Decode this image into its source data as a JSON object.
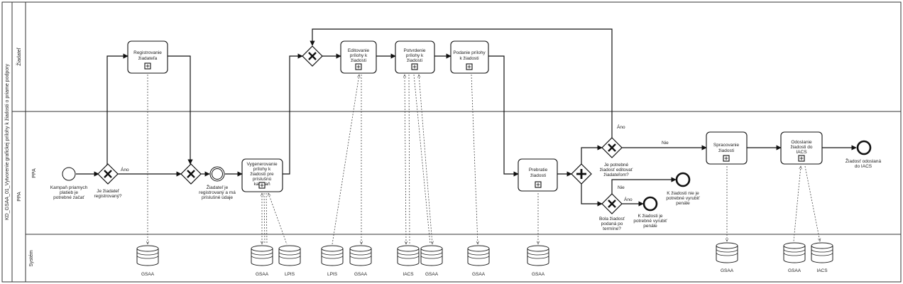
{
  "pool": {
    "label": "KD_GSAA_01_Vytvorenie grafickej prílohy k žiadosti o priame podpory"
  },
  "lanes": {
    "applicant": "Žiadateľ",
    "ppa_group": "PPA",
    "ppa": "PPA",
    "system": "Systém"
  },
  "tasks": {
    "registration": [
      "Registrovanie",
      "žiadateľa"
    ],
    "generate": [
      "Vygenerovanie",
      "prílohy k",
      "žiadosti pre",
      "príslušnú",
      "kampaň"
    ],
    "edit": [
      "Editovanie",
      "prílohy k",
      "žiadosti"
    ],
    "confirm": [
      "Potvrdenie",
      "prílohy k",
      "žiadosti"
    ],
    "submit": [
      "Podanie prílohy",
      "k žiadosti"
    ],
    "takeover": [
      "Prebratie",
      "žiadosti"
    ],
    "process": [
      "Spracovanie",
      "žiadosti"
    ],
    "send": [
      "Odoslanie",
      "žiadosti do",
      "IACS"
    ]
  },
  "events": {
    "start": [
      "Kampaň priamych",
      "platieb je",
      "potrebné začať"
    ],
    "intermediate": [
      "Žiadateľ je",
      "registrovaný a má",
      "príslušné údaje"
    ],
    "end_sent": [
      "Žiadosť odoslaná",
      "do IACS"
    ],
    "end_no_penalty": [
      "K žiadosti nie je",
      "potrebné vyrubiť",
      "penále"
    ],
    "end_penalty": [
      "K žiadosti je",
      "potrebné vyrubiť",
      "penále"
    ]
  },
  "gateways": {
    "registered_q": [
      "Je žiadateľ",
      "registrovaný?"
    ],
    "edit_q": [
      "Je potrebné",
      "žiadosť editovať",
      "žiadateľom?"
    ],
    "ontime_q": [
      "Bola žiadosť",
      "podaná po",
      "termíne?"
    ]
  },
  "flow_labels": {
    "yes_registered": "Áno",
    "yes_edit": "Áno",
    "no_edit": "Nie",
    "no_ontime": "Nie",
    "yes_ontime": "Áno"
  },
  "data_stores": {
    "ds1": "GSAA",
    "ds2": "GSAA",
    "ds3": "LPIS",
    "ds4": "LPIS",
    "ds5": "GSAA",
    "ds6": "IACS",
    "ds7": "GSAA",
    "ds8": "GSAA",
    "ds9": "GSAA",
    "ds10": "GSAA",
    "ds11": "GSAA",
    "ds12": "IACS"
  }
}
